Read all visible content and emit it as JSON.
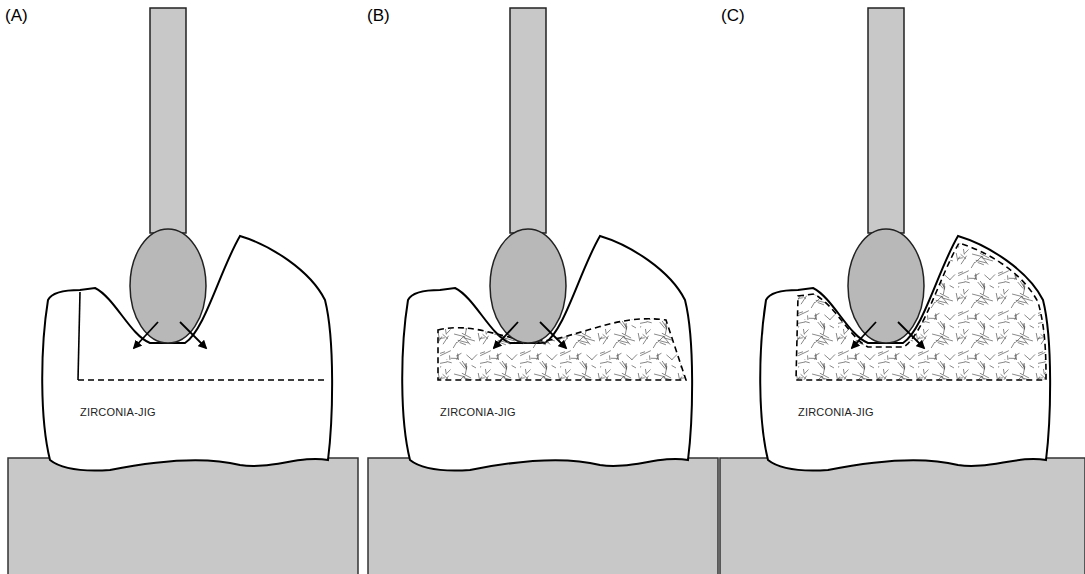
{
  "diagram": {
    "nodes": [
      {
        "text": [
          "ZIRCONIA-JIG"
        ]
      },
      {
        "text": [
          "ZIRCONIA-JIG"
        ]
      },
      {
        "text": [
          "ZIRCONIA-JIG"
        ]
      }
    ],
    "labels": [
      "(A)",
      "(B)",
      "(C)"
    ]
  }
}
